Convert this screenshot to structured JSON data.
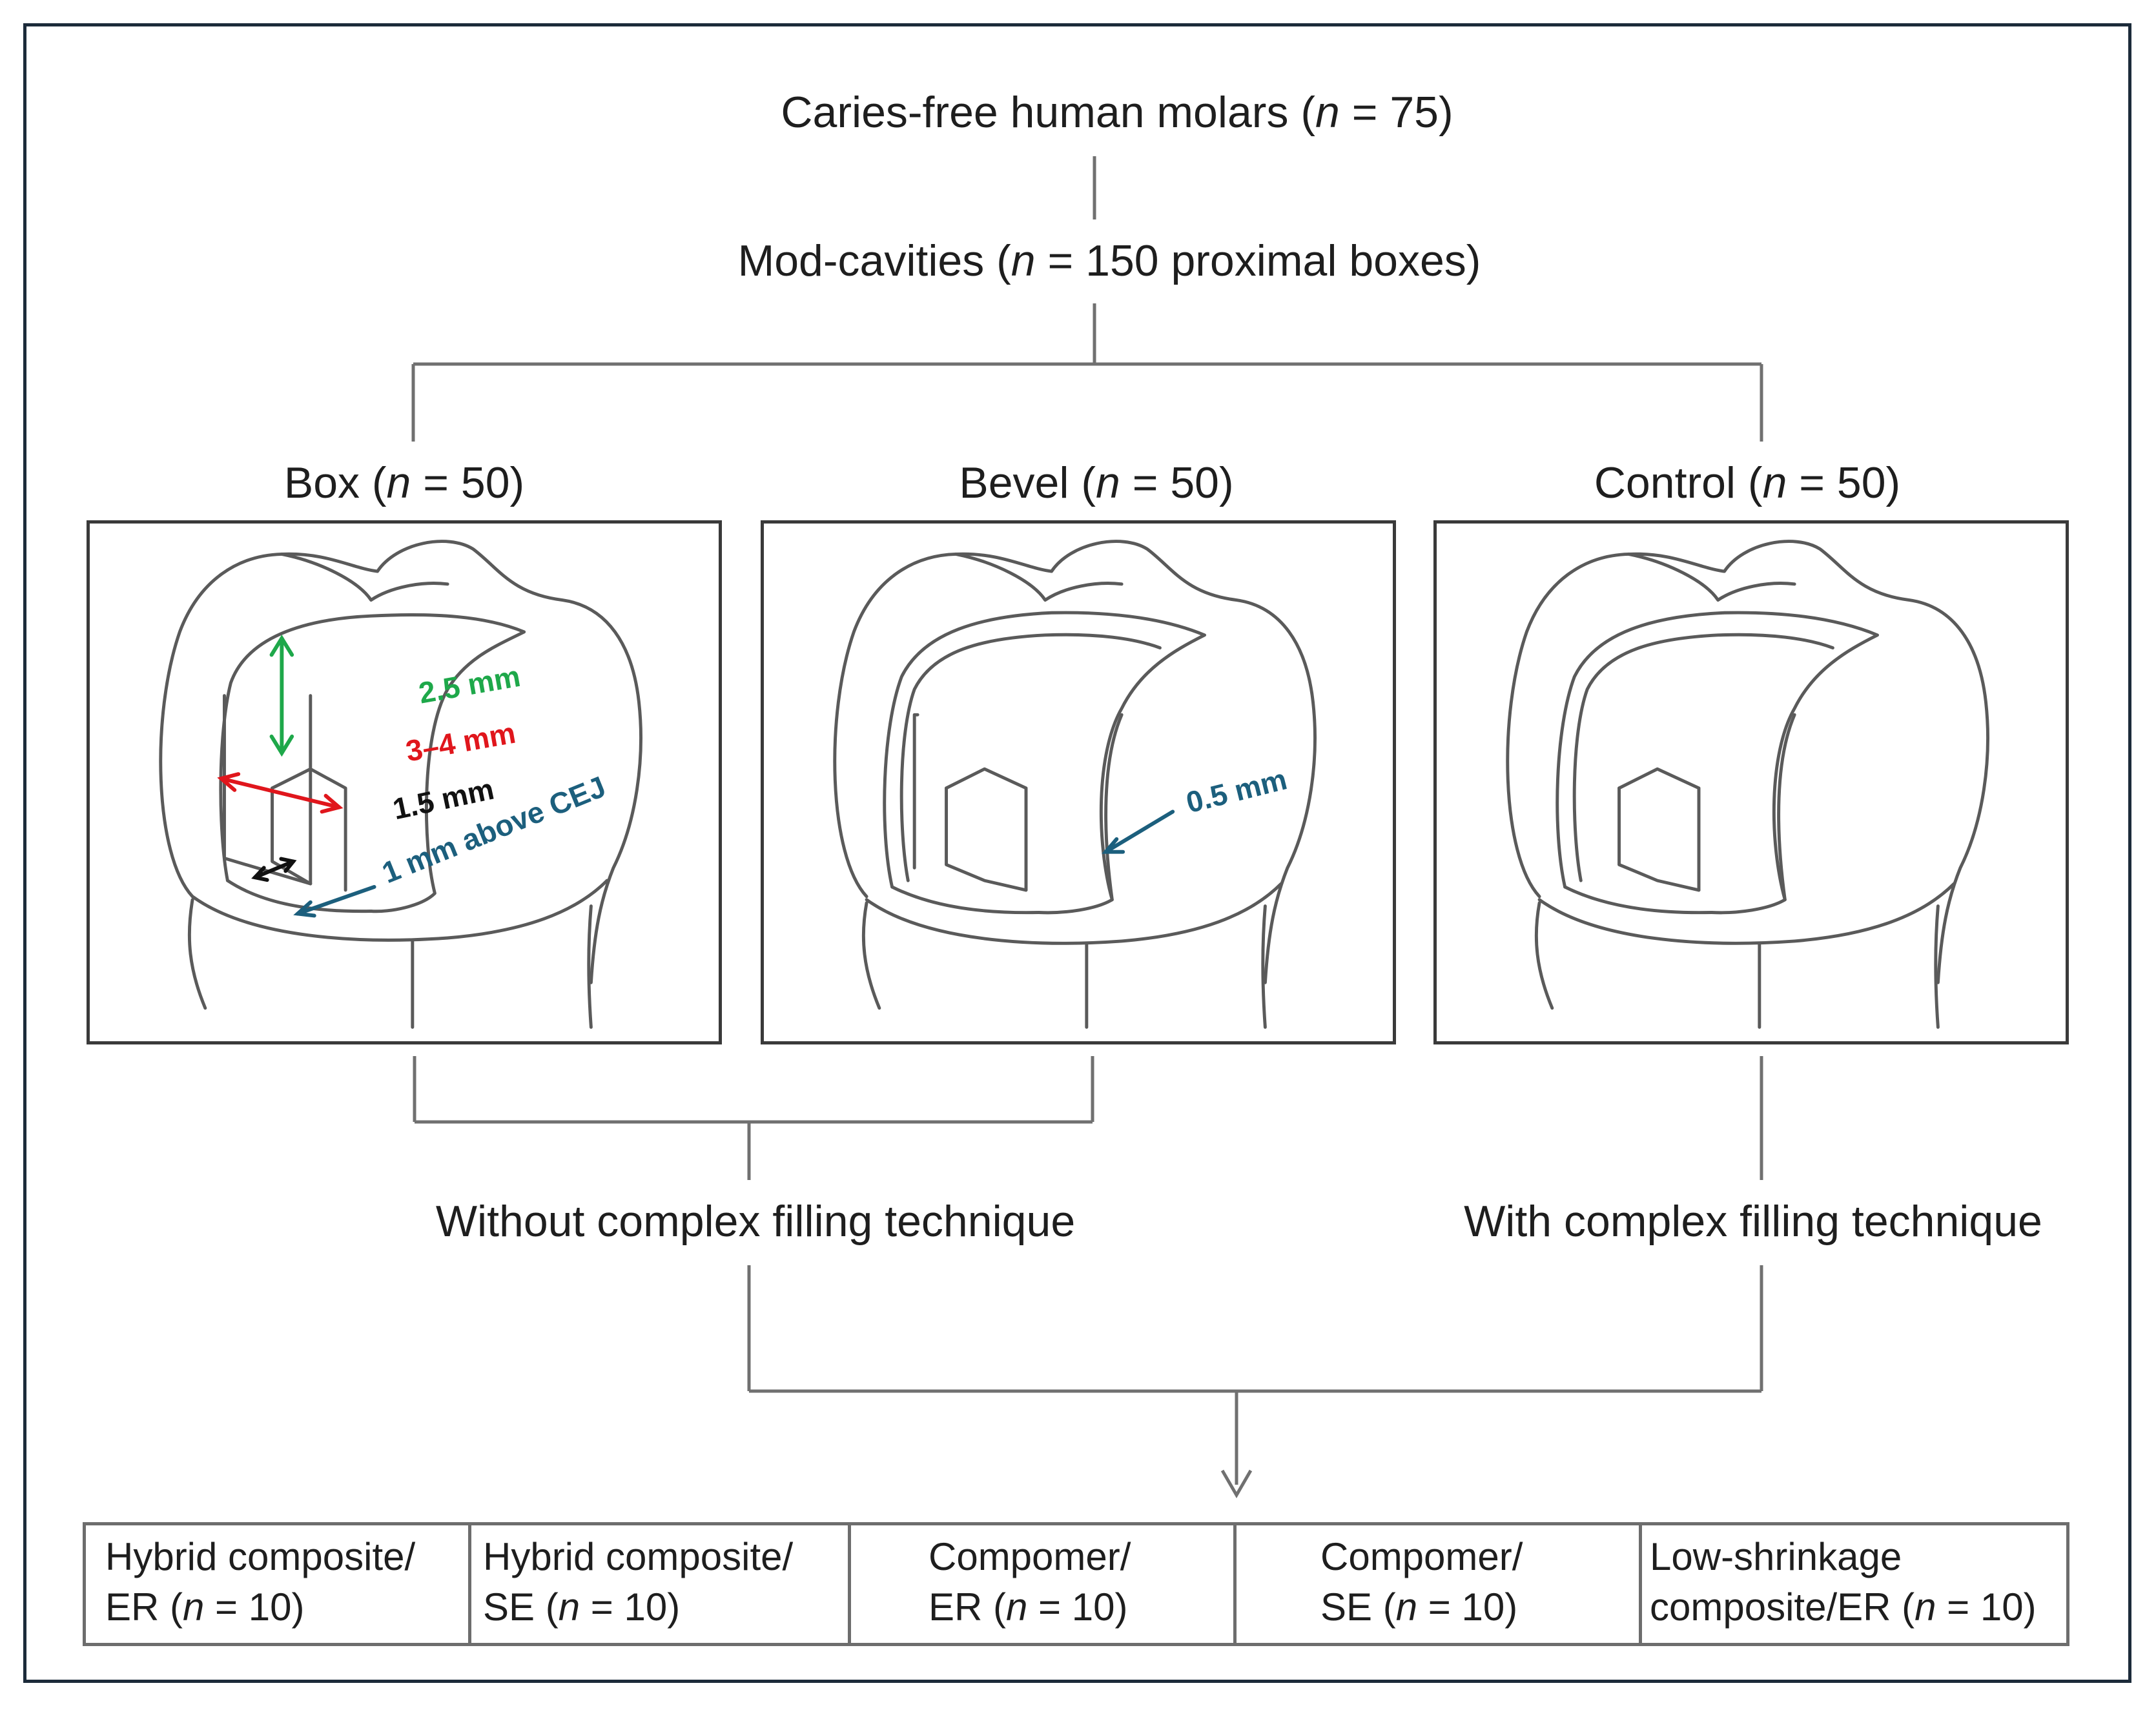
{
  "top": {
    "line1_pre": "Caries-free human molars (",
    "line1_n": "n",
    "line1_post": " = 75)",
    "line2_pre": "Mod-cavities (",
    "line2_n": "n",
    "line2_post": " = 150 proximal boxes)"
  },
  "groups": [
    {
      "pre": "Box (",
      "n": "n",
      "post": " = 50)"
    },
    {
      "pre": "Bevel (",
      "n": "n",
      "post": " = 50)"
    },
    {
      "pre": "Control (",
      "n": "n",
      "post": " = 50)"
    }
  ],
  "annotations": {
    "height": "2.5 mm",
    "width": "3–4 mm",
    "depth": "1.5 mm",
    "cej": "1 mm above CEJ",
    "bevel": "0.5 mm"
  },
  "colors": {
    "green": "#1ea84a",
    "red": "#e0161c",
    "black": "#111111",
    "blue": "#1c5f7d",
    "connector": "#707070",
    "drawing": "#5a5a5a"
  },
  "techniques": {
    "without": "Without complex filling technique",
    "with": "With complex filling technique"
  },
  "materials": [
    {
      "line1": "Hybrid composite/",
      "line2_pre": "ER (",
      "n": "n",
      "line2_post": " = 10)"
    },
    {
      "line1": "Hybrid composite/",
      "line2_pre": "SE (",
      "n": "n",
      "line2_post": " = 10)"
    },
    {
      "line1": "Compomer/",
      "line2_pre": "ER (",
      "n": "n",
      "line2_post": " = 10)"
    },
    {
      "line1": "Compomer/",
      "line2_pre": "SE (",
      "n": "n",
      "line2_post": " = 10)"
    },
    {
      "line1": "Low-shrinkage",
      "line2_pre": "composite/ER (",
      "n": "n",
      "line2_post": " = 10)"
    }
  ]
}
